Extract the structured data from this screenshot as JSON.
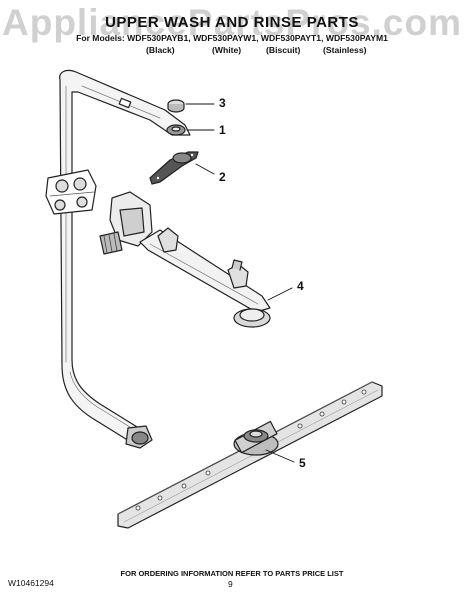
{
  "watermark": "AppliancePartsPros.com",
  "header": {
    "title": "UPPER WASH AND RINSE PARTS",
    "models": "For Models: WDF530PAYB1, WDF530PAYW1, WDF530PAYT1, WDF530PAYM1",
    "colors": [
      "(Black)",
      "(White)",
      "(Biscuit)",
      "(Stainless)"
    ]
  },
  "callouts": [
    "3",
    "1",
    "2",
    "4",
    "5"
  ],
  "footer": {
    "note": "FOR ORDERING INFORMATION REFER TO PARTS PRICE LIST",
    "doc_number": "W10461294",
    "page": "9"
  }
}
